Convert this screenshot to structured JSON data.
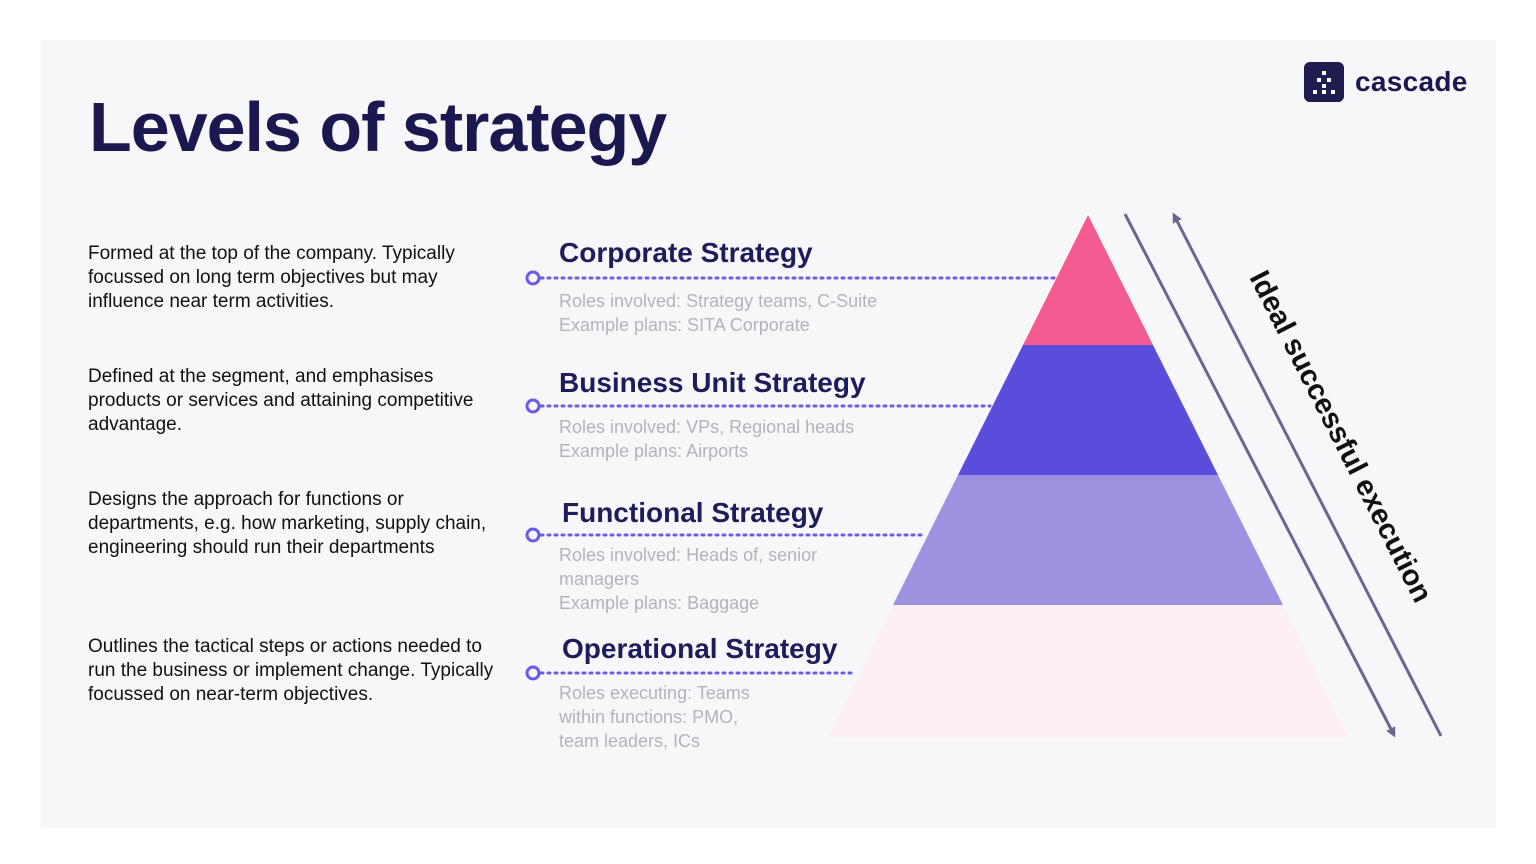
{
  "title": "Levels of strategy",
  "brand": {
    "name": "cascade",
    "icon": "cascade-logo-icon",
    "color": "#1f1c4f"
  },
  "execution_label": "Ideal successful execution",
  "levels": [
    {
      "title": "Corporate Strategy",
      "description": "Formed at the top of the company. Typically focussed on long term objectives but may influence near term activities.",
      "meta": [
        "Roles involved: Strategy teams, C-Suite",
        "Example plans: SITA Corporate"
      ],
      "color": "#f45b93"
    },
    {
      "title": "Business Unit Strategy",
      "description": "Defined at the segment, and emphasises products or services and attaining competitive advantage.",
      "meta": [
        "Roles involved: VPs, Regional heads",
        "Example plans: Airports"
      ],
      "color": "#5b4ddc"
    },
    {
      "title": "Functional Strategy",
      "description": "Designs the approach for functions or departments, e.g. how marketing, supply chain, engineering should run their departments",
      "meta": [
        "Roles involved: Heads of, senior",
        "managers",
        "Example plans: Baggage"
      ],
      "color": "#9b91de"
    },
    {
      "title": "Operational Strategy",
      "description": "Outlines the tactical steps or actions needed to run the business or implement change. Typically focussed on near-term objectives.",
      "meta": [
        "Roles executing: Teams",
        "within functions: PMO,",
        "team leaders, ICs"
      ],
      "color": "#fbeef5"
    }
  ],
  "colors": {
    "connector": "#6b5ce7",
    "arrow": "#6a6690",
    "title": "#1b1850"
  }
}
